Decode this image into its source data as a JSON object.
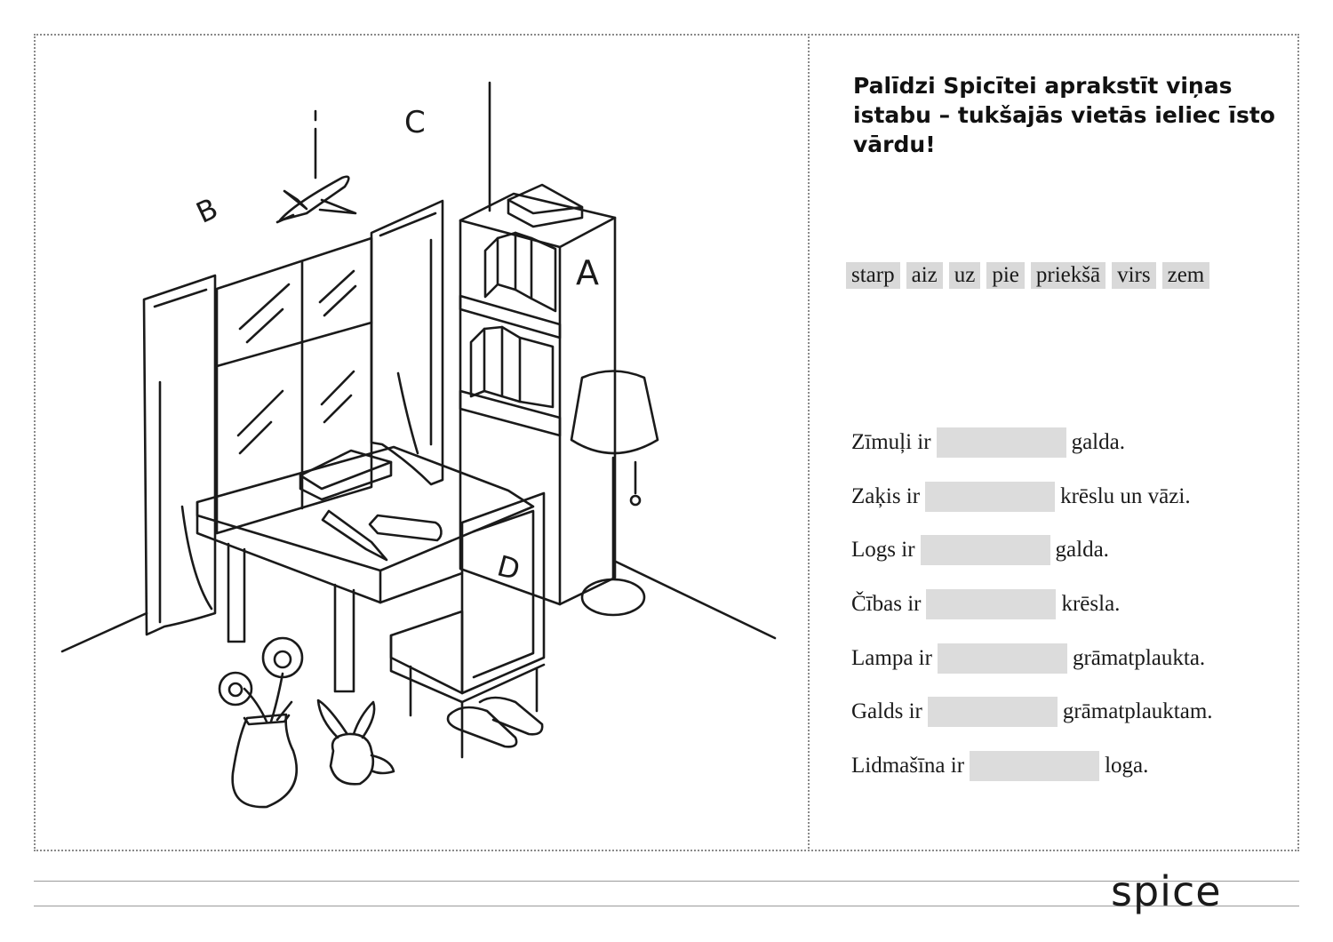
{
  "instruction": "Palīdzi Spicītei aprakstīt viņas istabu – tukšajās vietās ieliec īsto vārdu!",
  "word_bank": [
    "starp",
    "aiz",
    "uz",
    "pie",
    "priekšā",
    "virs",
    "zem"
  ],
  "sentences": [
    {
      "before": "Zīmuļi ir",
      "after": "galda."
    },
    {
      "before": "Zaķis ir",
      "after": "krēslu un vāzi."
    },
    {
      "before": "Logs ir",
      "after": "galda."
    },
    {
      "before": "Čības ir",
      "after": "krēsla."
    },
    {
      "before": "Lampa ir",
      "after": "grāmatplaukta."
    },
    {
      "before": "Galds ir",
      "after": "grāmatplauktam."
    },
    {
      "before": "Lidmašīna ir",
      "after": "loga."
    }
  ],
  "illustration_letters": {
    "a": "A",
    "b": "B",
    "c": "C",
    "d": "D"
  },
  "logo": "spice",
  "colors": {
    "ink": "#1a1a1a",
    "blank_fill": "#dcdcdc",
    "word_fill": "#d9d9d9",
    "border": "#8a8a8a"
  }
}
